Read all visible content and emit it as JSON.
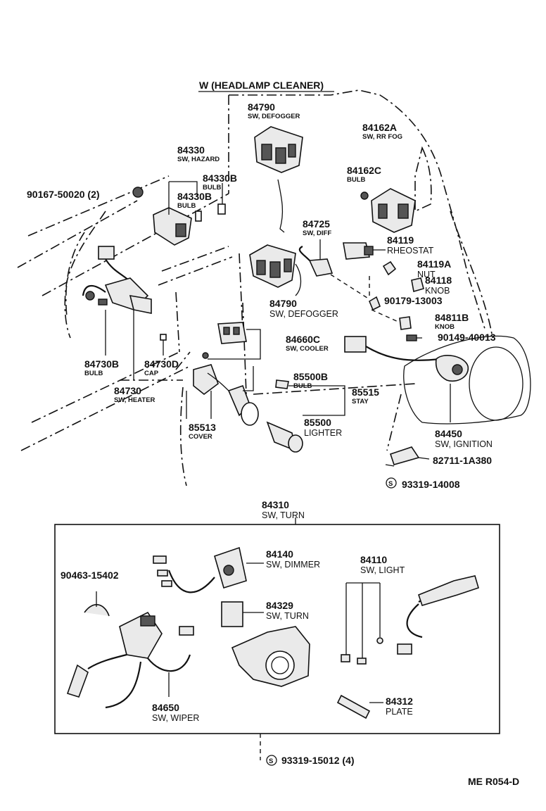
{
  "header": "W (HEADLAMP CLEANER)",
  "footer_code": "ME R054-D",
  "labels": [
    {
      "id": "p84790a",
      "pn": "84790",
      "desc": "SW, DEFOGGER",
      "small": true
    },
    {
      "id": "p84162a",
      "pn": "84162A",
      "desc": "SW, RR FOG",
      "small": true
    },
    {
      "id": "p84330",
      "pn": "84330",
      "desc": "SW, HAZARD",
      "small": true
    },
    {
      "id": "p84330b1",
      "pn": "84330B",
      "desc": "BULB",
      "small": true
    },
    {
      "id": "p84330b2",
      "pn": "84330B",
      "desc": "BULB",
      "small": true
    },
    {
      "id": "p84162c",
      "pn": "84162C",
      "desc": "BULB",
      "small": true
    },
    {
      "id": "p90167",
      "pn": "90167-50020 (2)",
      "desc": "",
      "small": false
    },
    {
      "id": "p84725",
      "pn": "84725",
      "desc": "SW, DIFF",
      "small": true
    },
    {
      "id": "p84119",
      "pn": "84119",
      "desc": "RHEOSTAT",
      "small": false
    },
    {
      "id": "p84119a",
      "pn": "84119A",
      "desc": "NUT",
      "small": false
    },
    {
      "id": "p84118",
      "pn": "84118",
      "desc": "KNOB",
      "small": false
    },
    {
      "id": "p90179",
      "pn": "90179-13003",
      "desc": "",
      "small": false
    },
    {
      "id": "p84811b",
      "pn": "84811B",
      "desc": "KNOB",
      "small": true
    },
    {
      "id": "p84790b",
      "pn": "84790",
      "desc": "SW, DEFOGGER",
      "small": false
    },
    {
      "id": "p84660c",
      "pn": "84660C",
      "desc": "SW, COOLER",
      "small": true
    },
    {
      "id": "p90149",
      "pn": "90149-40013",
      "desc": "",
      "small": false
    },
    {
      "id": "p84730b",
      "pn": "84730B",
      "desc": "BULB",
      "small": true
    },
    {
      "id": "p84730d",
      "pn": "84730D",
      "desc": "CAP",
      "small": true
    },
    {
      "id": "p84730",
      "pn": "84730",
      "desc": "SW, HEATER",
      "small": true
    },
    {
      "id": "p85500b",
      "pn": "85500B",
      "desc": "BULB",
      "small": true
    },
    {
      "id": "p85515",
      "pn": "85515",
      "desc": "STAY",
      "small": true
    },
    {
      "id": "p85513",
      "pn": "85513",
      "desc": "COVER",
      "small": true
    },
    {
      "id": "p85500",
      "pn": "85500",
      "desc": "LIGHTER",
      "small": false
    },
    {
      "id": "p84450",
      "pn": "84450",
      "desc": "SW, IGNITION",
      "small": false
    },
    {
      "id": "p82711",
      "pn": "82711-1A380",
      "desc": "",
      "small": false
    },
    {
      "id": "p93319a",
      "pn": "93319-14008",
      "desc": "",
      "small": false
    },
    {
      "id": "p84310",
      "pn": "84310",
      "desc": "SW, TURN",
      "small": false
    },
    {
      "id": "p84140",
      "pn": "84140",
      "desc": "SW, DIMMER",
      "small": false
    },
    {
      "id": "p90463",
      "pn": "90463-15402",
      "desc": "",
      "small": false
    },
    {
      "id": "p84110",
      "pn": "84110",
      "desc": "SW, LIGHT",
      "small": false
    },
    {
      "id": "p84329",
      "pn": "84329",
      "desc": "SW, TURN",
      "small": false
    },
    {
      "id": "p84650",
      "pn": "84650",
      "desc": "SW, WIPER",
      "small": false
    },
    {
      "id": "p84312",
      "pn": "84312",
      "desc": "PLATE",
      "small": false
    },
    {
      "id": "p93319b",
      "pn": "93319-15012 (4)",
      "desc": "",
      "small": false
    }
  ],
  "symbols": {
    "screw_mark_1": "S",
    "screw_mark_2": "S"
  }
}
